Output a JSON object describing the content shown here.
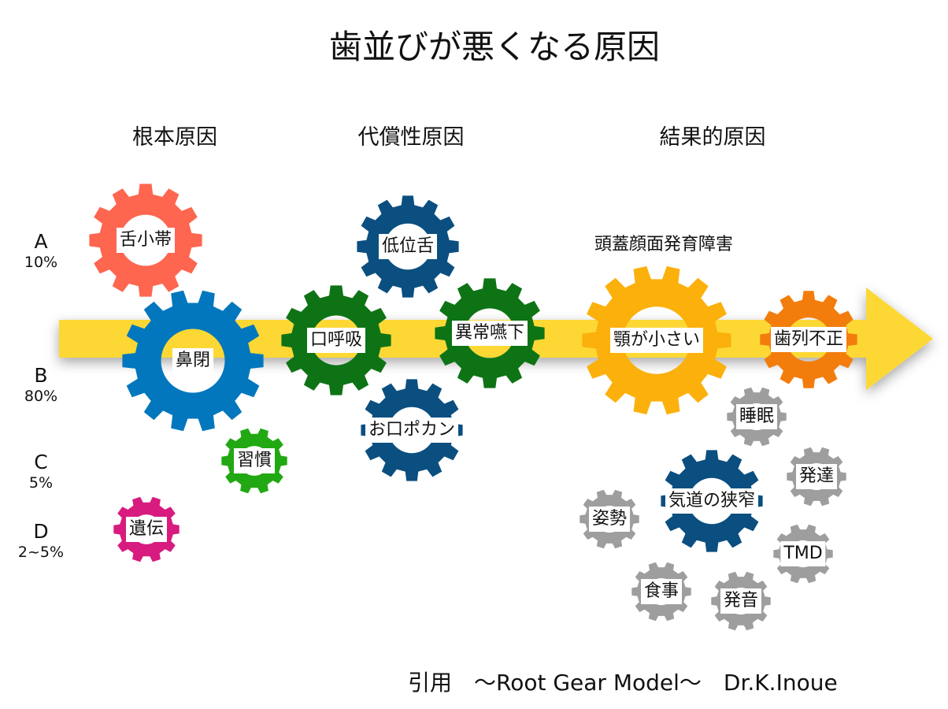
{
  "title": "歯並びが悪くなる原因",
  "columns": [
    "根本原因",
    "代償性原因",
    "結果的原因"
  ],
  "rows": [
    {
      "letter": "A",
      "percent": "10%"
    },
    {
      "letter": "B",
      "percent": "80%"
    },
    {
      "letter": "C",
      "percent": "5%"
    },
    {
      "letter": "D",
      "percent": "2~5%"
    }
  ],
  "subtitle": "頭蓋顔面発育障害",
  "citation": "引用　〜Root Gear Model〜　Dr.K.Inoue",
  "colors": {
    "arrow": "#fdd835"
  },
  "gears": [
    {
      "label": "舌小帯",
      "color": "#fe6650"
    },
    {
      "label": "鼻閉",
      "color": "#0277bd"
    },
    {
      "label": "習慣",
      "color": "#22a812"
    },
    {
      "label": "遺伝",
      "color": "#d81b7f"
    },
    {
      "label": "低位舌",
      "color": "#0b4f80"
    },
    {
      "label": "口呼吸",
      "color": "#0e7315"
    },
    {
      "label": "異常嚥下",
      "color": "#0e7315"
    },
    {
      "label": "お口ポカン",
      "color": "#0b4f80"
    },
    {
      "label": "顎が小さい",
      "color": "#fbb00c"
    },
    {
      "label": "歯列不正",
      "color": "#f27d0c"
    },
    {
      "label": "睡眠",
      "color": "#9e9e9e"
    },
    {
      "label": "発達",
      "color": "#9e9e9e"
    },
    {
      "label": "姿勢",
      "color": "#9e9e9e"
    },
    {
      "label": "気道の狭窄",
      "color": "#0b4f80"
    },
    {
      "label": "TMD",
      "color": "#9e9e9e"
    },
    {
      "label": "食事",
      "color": "#9e9e9e"
    },
    {
      "label": "発音",
      "color": "#9e9e9e"
    }
  ]
}
